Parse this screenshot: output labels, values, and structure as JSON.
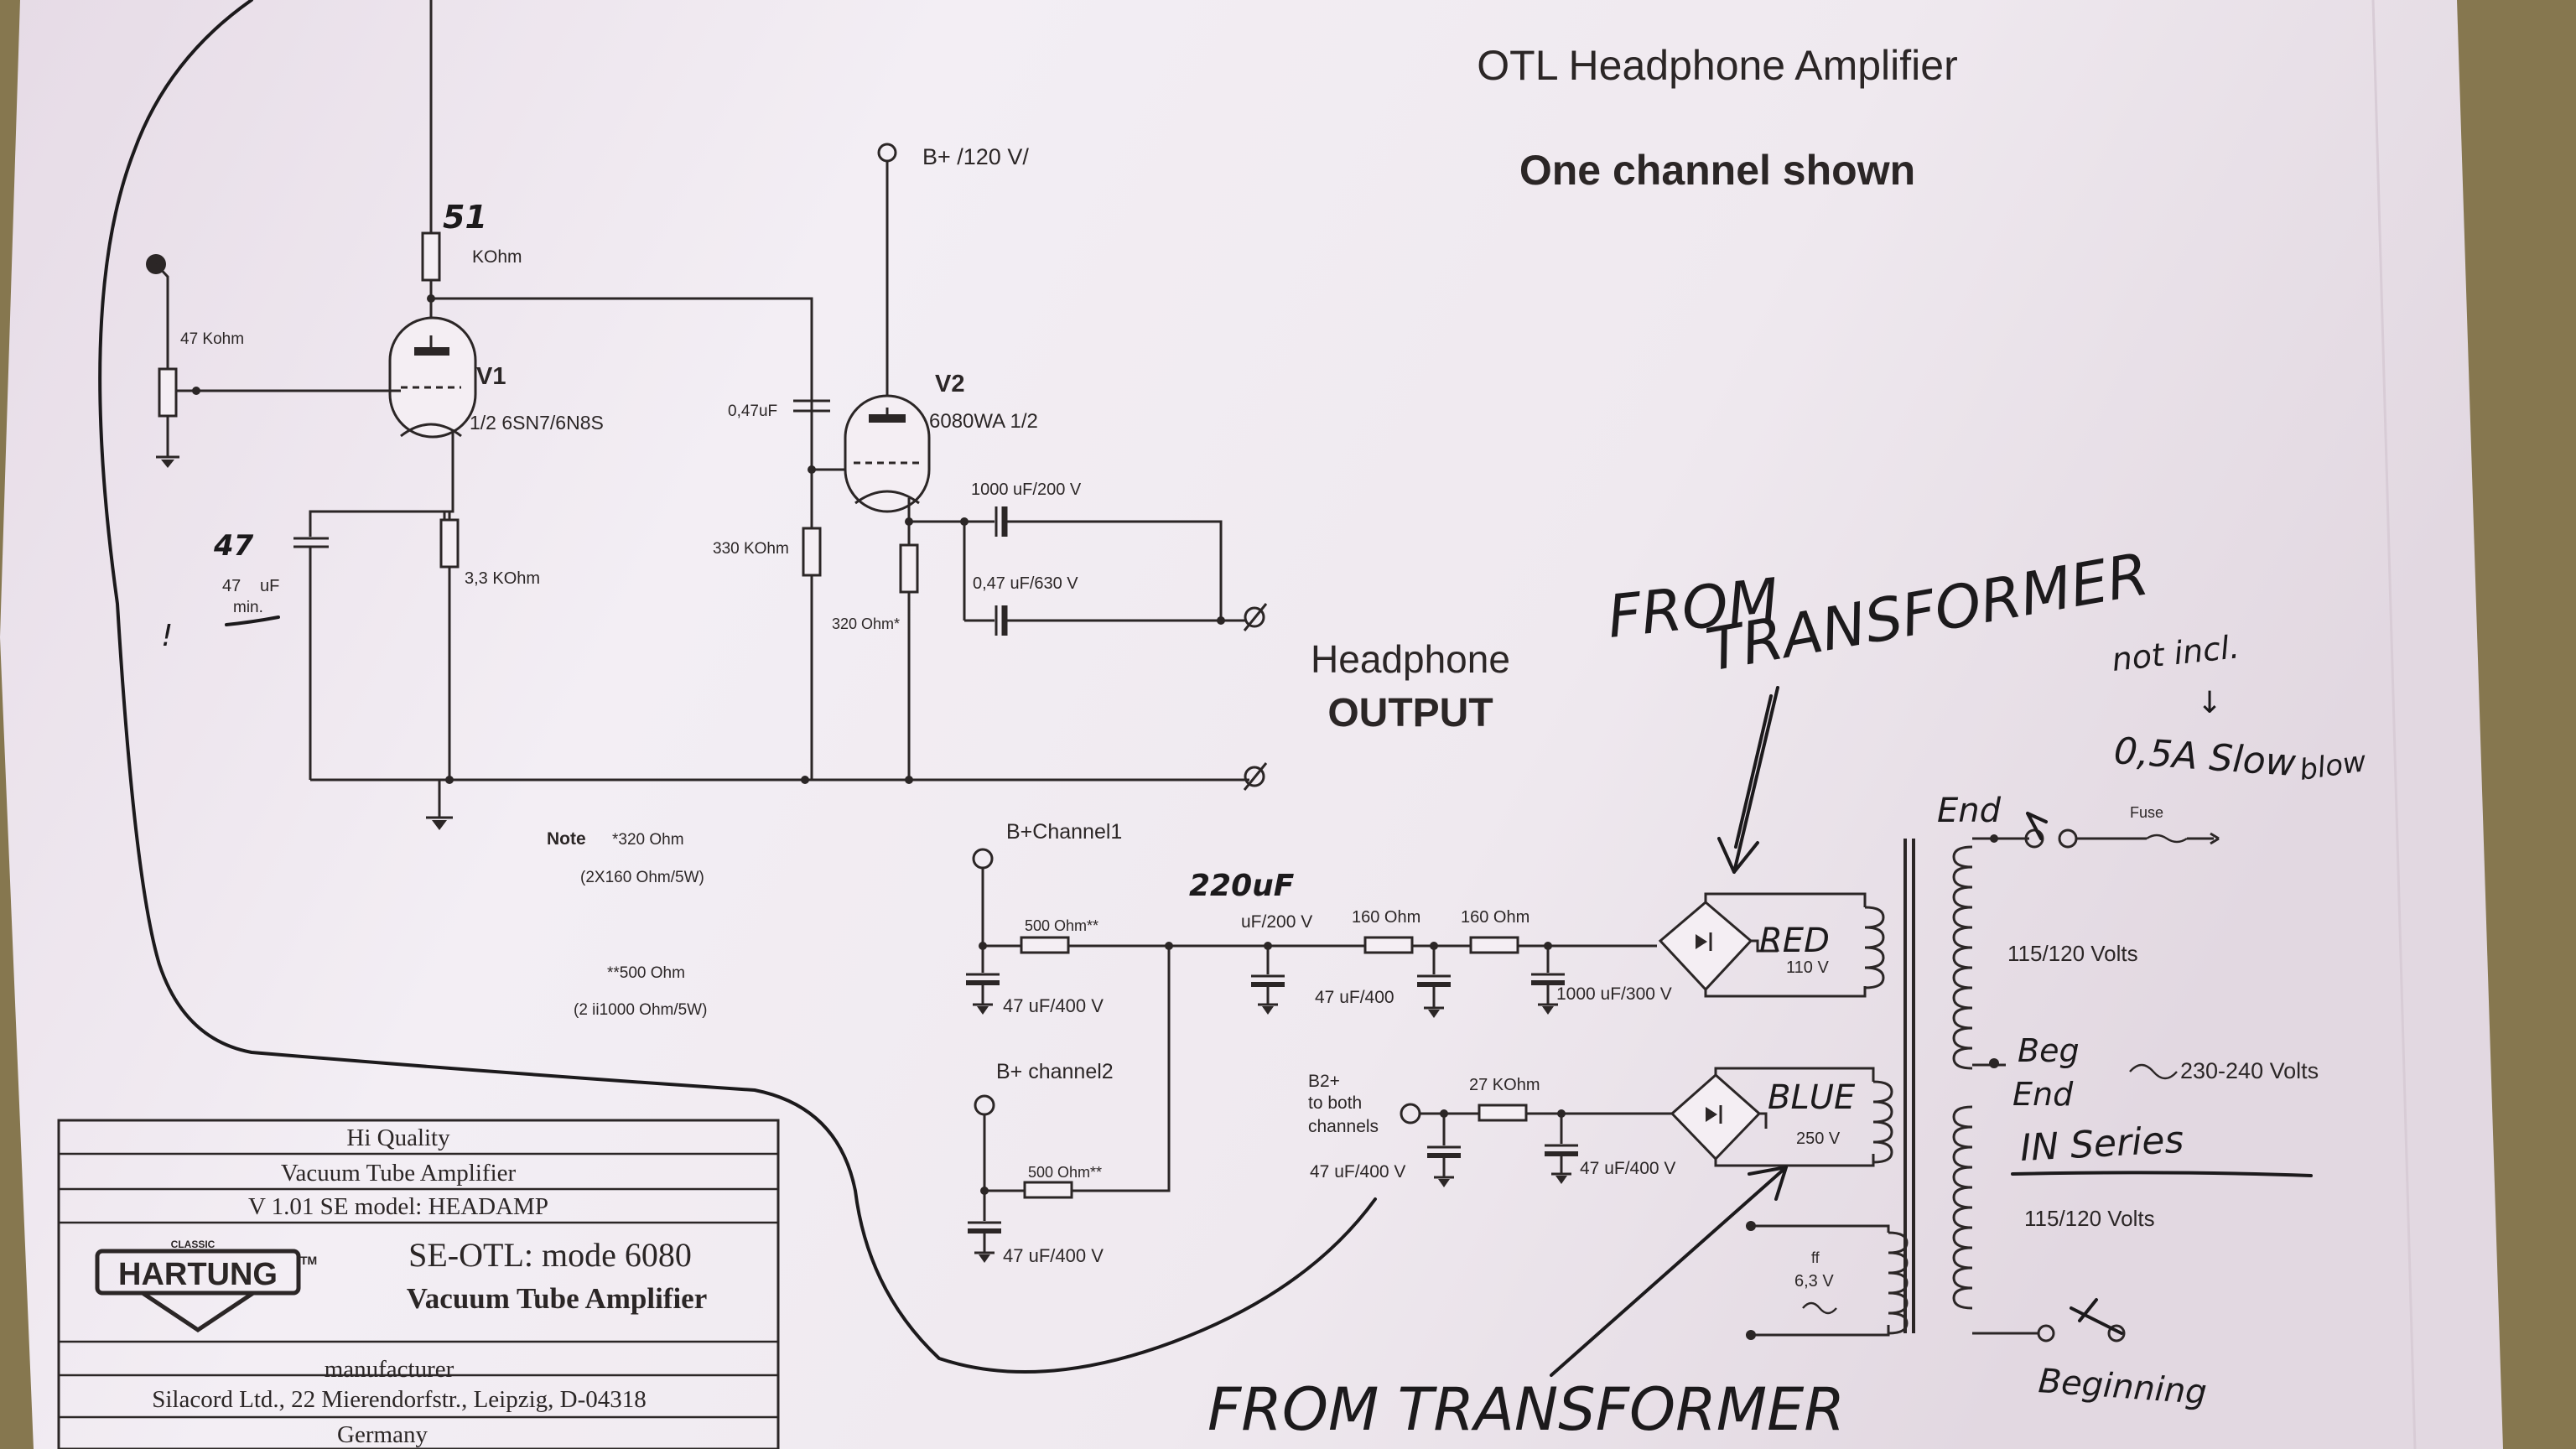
{
  "title": "OTL Headphone Amplifier",
  "subtitle": "One channel shown",
  "supply": {
    "bplus": "B+ /120 V/"
  },
  "tubes": {
    "v1": {
      "name": "V1",
      "type": "1/2  6SN7/6N8S"
    },
    "v2": {
      "name": "V2",
      "type": "6080WA  1/2"
    }
  },
  "values": {
    "r_plate_hand": "51",
    "r_plate_unit": "KOhm",
    "r_pot": "47 Kohm",
    "r_cathode": "3,3 KOhm",
    "c_cathode_hand": "47",
    "c_cathode_print": "47",
    "c_cathode_unit": "uF",
    "c_cathode_min": "min.",
    "c_coupling": "0,47uF",
    "r_grid": "330 KOhm",
    "r_v2_cathode": "320 Ohm*",
    "c_out1": "1000 uF/200 V",
    "c_out2": "0,47  uF/630  V"
  },
  "output": {
    "line1": "Headphone",
    "line2": "OUTPUT"
  },
  "notes": {
    "note_label": "Note",
    "n1": "*320 Ohm",
    "n1b": "(2X160 Ohm/5W)",
    "n2": "**500 Ohm",
    "n2b": "(2 ii1000 Ohm/5W)"
  },
  "psu": {
    "bplus_ch1": "B+Channel1",
    "bplus_ch2": "B+  channel2",
    "r500_1": "500 Ohm**",
    "r500_2": "500 Ohm**",
    "c47_ch1": "47  uF/400  V",
    "c47_ch2": "47  uF/400  V",
    "c_main_hand": "220uF",
    "c_main_print": "uF/200  V",
    "r160_1": "160 Ohm",
    "r160_2": "160 Ohm",
    "c47_mid": "47  uF/400",
    "c1000": "1000  uF/300  V",
    "b2_line1": "B2+",
    "b2_line2": "to both",
    "b2_line3": "channels",
    "c47_b2a": "47  uF/400  V",
    "r27k": "27 KOhm",
    "c47_b2b": "47  uF/400  V",
    "red_hand": "RED",
    "red_volt": "110  V",
    "blue_hand": "BLUE",
    "blue_volt": "250  V",
    "fil_ff": "ff",
    "fil_volt": "6,3  V"
  },
  "transformer": {
    "primary1": "115/120  Volts",
    "primary2": "115/120  Volts",
    "mains": "230-240  Volts",
    "fuse": "Fuse"
  },
  "handnotes": {
    "from_transformer_top_1": "FROM",
    "from_transformer_top_2": "TRANSFORMER",
    "from_transformer_bottom": "FROM TRANSFORMER",
    "not_incl": "not incl.",
    "arrow": "↓",
    "fuse_rating_1": "0,5A  Slow",
    "fuse_rating_2": "blow",
    "end_top": "End",
    "beg": "Beg",
    "end_mid": "End",
    "in_series": "IN  Series",
    "beginning": "Beginning",
    "exclaim": "!"
  },
  "titleblock": {
    "row1": "Hi Quality",
    "row2": "Vacuum Tube Amplifier",
    "row3": "V 1.01 SE model: HEADAMP",
    "logo_small": "CLASSIC",
    "logo": "HARTUNG",
    "tm": "TM",
    "model": "SE-OTL: mode 6080",
    "model2": "Vacuum  Tube  Amplifier",
    "row5": "manufacturer",
    "row6": "Silacord Ltd., 22 Mierendorfstr., Leipzig, D-04318",
    "row7": "Germany"
  }
}
